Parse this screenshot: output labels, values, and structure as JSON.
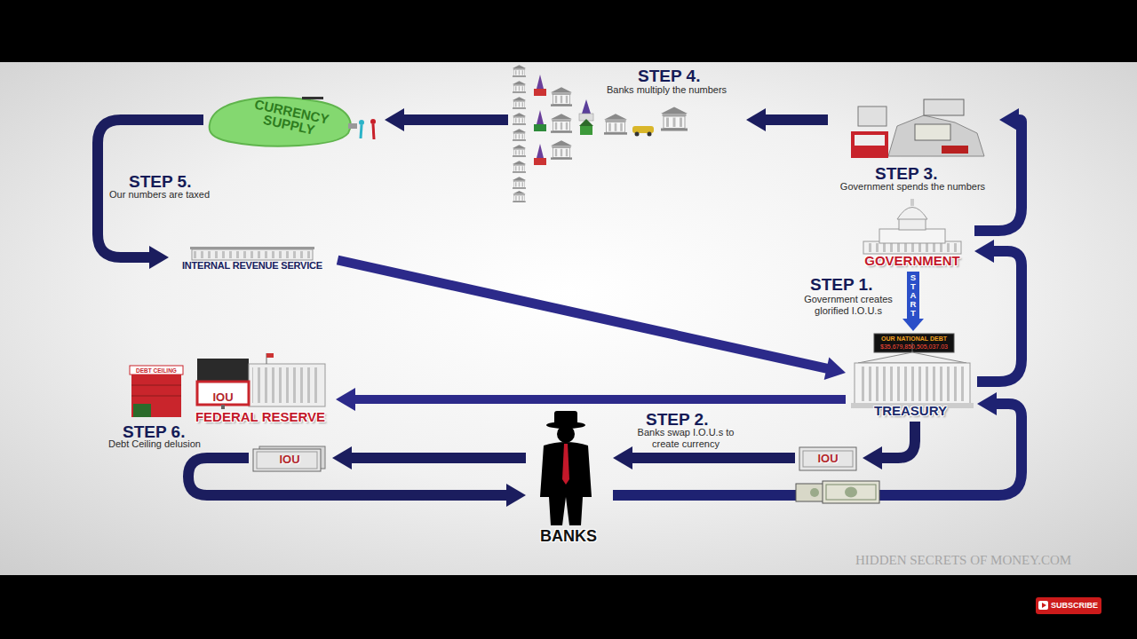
{
  "diagram": {
    "nodes": [
      {
        "text": [
          "CURRENCY SUPPLY"
        ]
      },
      {
        "text": [
          "STEP 4.",
          "Banks multiply the numbers"
        ]
      },
      {
        "text": [
          "STEP 3.",
          "Government spends the numbers"
        ]
      },
      {
        "text": [
          "GOVERNMENT"
        ]
      },
      {
        "text": [
          "OUR NATIONAL DEBT",
          "$35,679,850,505,037.03",
          "TREASURY"
        ]
      },
      {
        "text": [
          "INTERNAL REVENUE SERVICE"
        ]
      },
      {
        "text": [
          "DEBT CEILING",
          "IOU",
          "FEDERAL RESERVE",
          "STEP 6.",
          "Debt Ceiling delusion"
        ]
      },
      {
        "text": [
          "IOU"
        ]
      },
      {
        "text": [
          "BANKS"
        ]
      },
      {
        "text": [
          "IOU"
        ]
      }
    ],
    "edges": [
      {
        "from": 3,
        "to": 4,
        "arrow": "to",
        "label": "START"
      },
      {
        "from": 4,
        "to": 9,
        "arrow": "to"
      },
      {
        "from": 9,
        "to": 8,
        "arrow": "to"
      },
      {
        "from": 8,
        "to": 7,
        "arrow": "to"
      },
      {
        "from": 7,
        "to": 8,
        "arrow": "to"
      },
      {
        "from": 8,
        "to": 4,
        "arrow": "to"
      },
      {
        "from": 4,
        "to": 3,
        "arrow": "to"
      },
      {
        "from": 3,
        "to": 2,
        "arrow": "to"
      },
      {
        "from": 2,
        "to": 1,
        "arrow": "to"
      },
      {
        "from": 1,
        "to": 0,
        "arrow": "to"
      },
      {
        "from": 0,
        "to": 5,
        "arrow": "to"
      },
      {
        "from": 5,
        "to": 4,
        "arrow": "to"
      },
      {
        "from": 4,
        "to": 6,
        "arrow": "to"
      }
    ],
    "labels": [
      "STEP 1.",
      "Government creates glorified I.O.U.s",
      "STEP 2.",
      "Banks swap I.O.U.s to create currency",
      "STEP 5.",
      "Our numbers are taxed",
      "HIDDEN SECRETS OF MONEY.COM",
      "SUBSCRIBE"
    ]
  }
}
